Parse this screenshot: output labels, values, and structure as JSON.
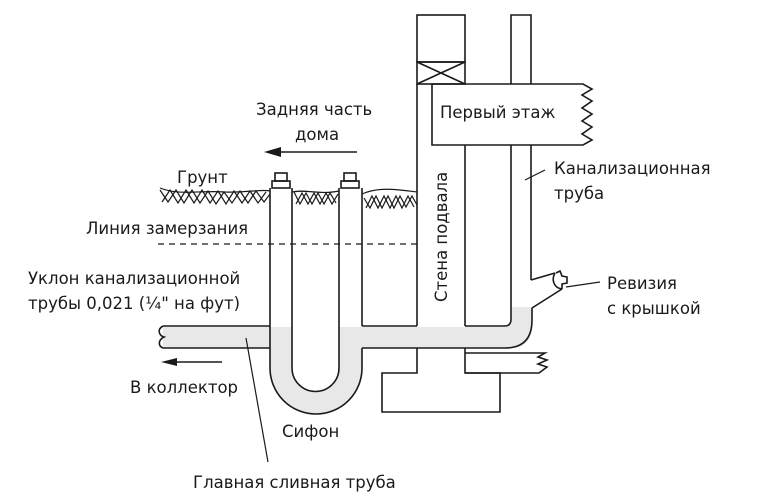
{
  "diagram": {
    "title": "",
    "colors": {
      "line": "#1a1a1a",
      "water": "#e8e8e8",
      "background": "#ffffff"
    },
    "labels": {
      "back_of_house_line1": "Задняя часть",
      "back_of_house_line2": "дома",
      "ground": "Грунт",
      "frost_line": "Линия замерзания",
      "slope_line1": "Уклон канализационной",
      "slope_line2": "трубы 0,021 (¼\" на фут)",
      "to_sewer": "В коллектор",
      "trap": "Сифон",
      "main_drain": "Главная сливная труба",
      "basement_wall": "Стена подвала",
      "first_floor": "Первый этаж",
      "soil_stack_line1": "Канализационная",
      "soil_stack_line2": "труба",
      "cleanout_line1": "Ревизия",
      "cleanout_line2": "с крышкой"
    },
    "icons": {
      "direction_arrow_back": "arrow-left-icon",
      "direction_arrow_sewer": "arrow-left-icon"
    }
  }
}
